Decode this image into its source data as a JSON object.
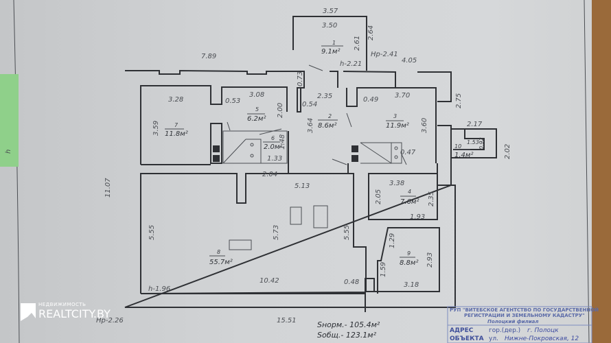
{
  "plan": {
    "rooms": [
      {
        "number": "1",
        "area": "9.1м²"
      },
      {
        "number": "2",
        "area": "8.6м²"
      },
      {
        "number": "3",
        "area": "11.9м²"
      },
      {
        "number": "4",
        "area": "7.6м²"
      },
      {
        "number": "5",
        "area": "6.2м²"
      },
      {
        "number": "6",
        "area": "2.0м²"
      },
      {
        "number": "7",
        "area": "11.8м²"
      },
      {
        "number": "8",
        "area": "55.7м²"
      },
      {
        "number": "9",
        "area": "8.8м²"
      },
      {
        "number": "10",
        "area": "1.4м²"
      }
    ],
    "dimensions": [
      "3.57",
      "3.50",
      "2.64",
      "2.61",
      "7.89",
      "Нр-2.41",
      "4.05",
      "h-2.21",
      "0.73",
      "3.28",
      "3.08",
      "0.53",
      "2.00",
      "0.54",
      "2.35",
      "0.49",
      "3.70",
      "2.75",
      "3.59",
      "3.64",
      "3.60",
      "2.17",
      "1.53",
      "0.92",
      "2.02",
      "1.48",
      "1.33",
      "0.47",
      "2.04",
      "5.13",
      "3.38",
      "2.05",
      "2.35",
      "1.93",
      "11.07",
      "5.55",
      "5.73",
      "5.55",
      "1.29",
      "2.93",
      "h-1.96",
      "10.42",
      "0.48",
      "1.59",
      "3.18",
      "Нр-2.26",
      "15.51"
    ],
    "totals": {
      "s_norm": "Sнорм.- 105.4м²",
      "s_total": "Sобщ.- 123.1м²"
    },
    "margin_note": "h"
  },
  "stamp": {
    "line1": "РУП \"ВИТЕБСКОЕ АГЕНТСТВО ПО ГОСУДАРСТВЕННОЙ",
    "line2": "РЕГИСТРАЦИИ И ЗЕМЕЛЬНОМУ КАДАСТРУ\"",
    "line3": "Полоцкий филиал",
    "address_label": "АДРЕС",
    "object_label": "ОБЪЕКТА",
    "city_prefix": "гор.(дер.)",
    "city": "г. Полоцк",
    "street_prefix": "ул.",
    "street": "Нижне-Покровская, 12"
  },
  "watermark": {
    "small": "НЕДВИЖИМОСТЬ",
    "big": "REALTCITY.BY"
  },
  "colors": {
    "paper": "#d4d6d8",
    "ink": "#2e3034",
    "stamp": "#5a6aa8",
    "sticky": "#8fd08a"
  }
}
